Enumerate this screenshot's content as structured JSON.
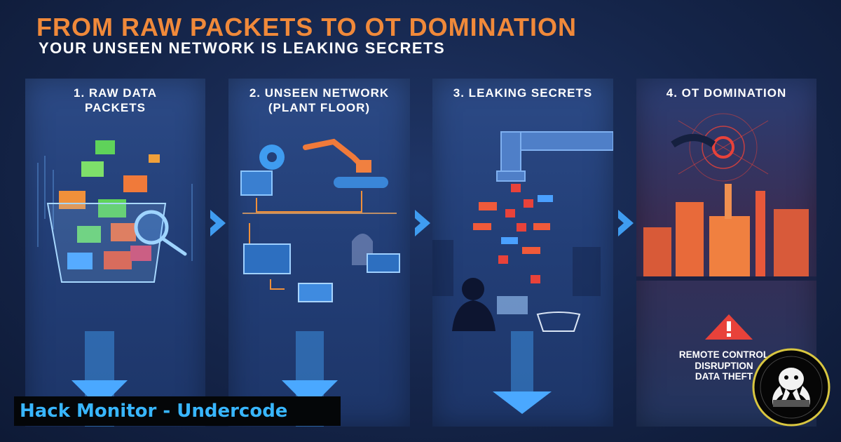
{
  "header": {
    "title": "FROM RAW PACKETS TO OT DOMINATION",
    "subtitle": "YOUR UNSEEN NETWORK IS LEAKING SECRETS"
  },
  "panels": [
    {
      "line1": "1. RAW DATA",
      "line2": "PACKETS"
    },
    {
      "line1": "2. UNSEEN NETWORK",
      "line2": "(PLANT FLOOR)"
    },
    {
      "line1": "3. LEAKING SECRETS",
      "line2": ""
    },
    {
      "line1": "4. OT DOMINATION",
      "line2": ""
    }
  ],
  "impacts": [
    "REMOTE CONTROL",
    "DISRUPTION",
    "DATA THEFT"
  ],
  "footer": {
    "brand": "Hack Monitor - Undercode"
  },
  "colors": {
    "title_orange": "#f0893a",
    "accent_blue": "#38b6ff",
    "panel_blue": "#2c4a86",
    "alert_red": "#e8423a"
  }
}
